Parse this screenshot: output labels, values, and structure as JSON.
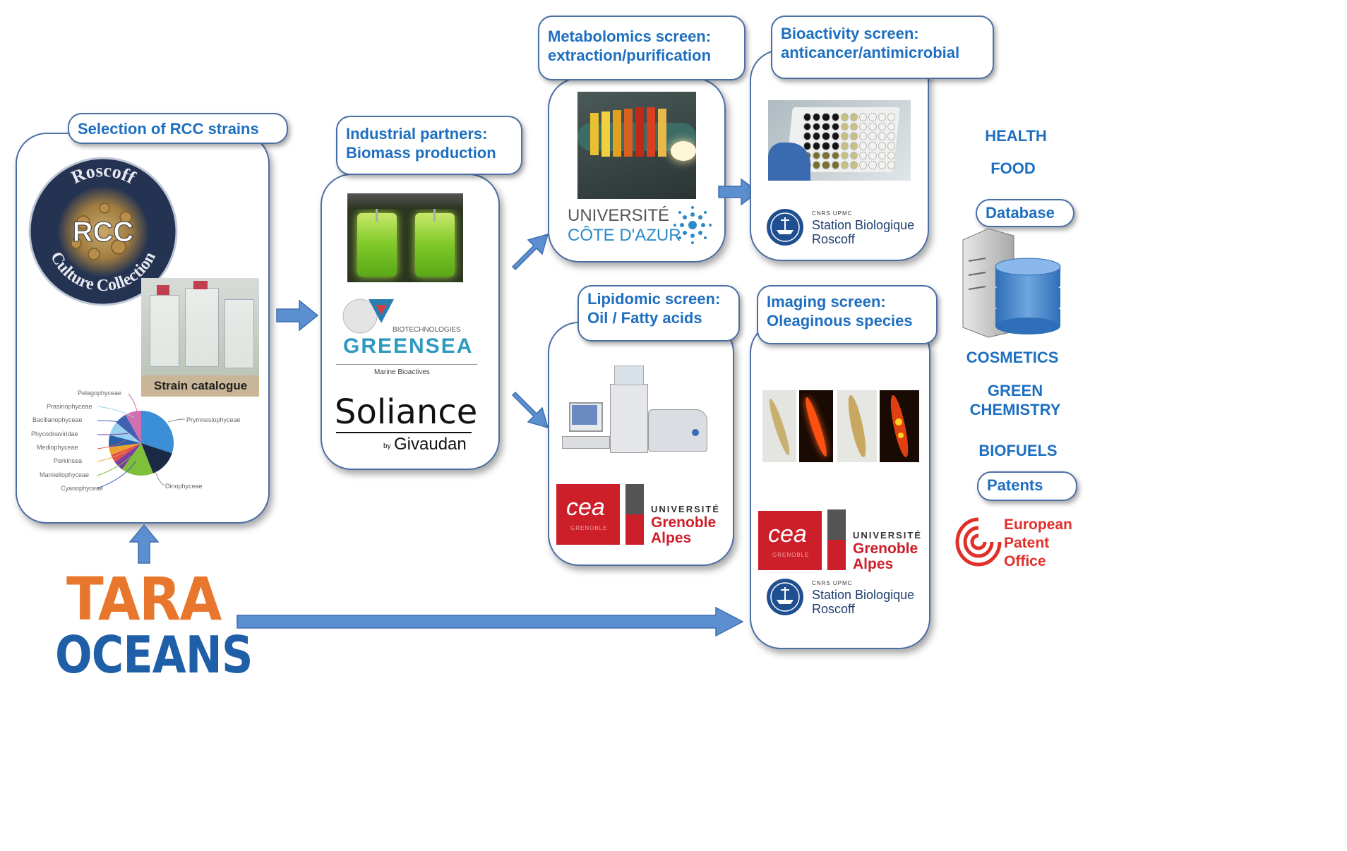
{
  "selection": {
    "title": "Selection of RCC strains"
  },
  "rcc_logo": {
    "top": "Roscoff",
    "center": "RCC",
    "bottom": "Culture Collection"
  },
  "strain_catalogue": "Strain catalogue",
  "pie_labels": {
    "left": [
      "Pelagophyceae",
      "Prasinophyceae",
      "Bacillariophyceae",
      "Phycodnaviridae",
      "Mediophyceae",
      "Perkinsea",
      "Mamiellophyceae",
      "Cyanophyceae"
    ],
    "right_top": "Prymnesiophyceae",
    "right_bottom": "Dinophyceae"
  },
  "pie_colors": [
    "#3b8fd6",
    "#1a2a44",
    "#7fbf3a",
    "#7a3fa0",
    "#e05050",
    "#f0a030",
    "#2a5fa8",
    "#9ad0f0",
    "#4060b0",
    "#d070b0"
  ],
  "industrial": {
    "line1": "Industrial partners:",
    "line2": "Biomass production"
  },
  "greensea": {
    "biotech": "BIOTECHNOLOGIES",
    "name": "GREENSEA",
    "tagline": "Marine Bioactives"
  },
  "soliance": {
    "name": "Soliance",
    "by": "by",
    "brand": "Givaudan"
  },
  "metabolomics": {
    "line1": "Metabolomics screen:",
    "line2": "extraction/purification"
  },
  "uca": {
    "line1": "UNIVERSITÉ",
    "line2": "CÔTE D'AZUR"
  },
  "bioactivity": {
    "line1": "Bioactivity screen:",
    "line2": "anticancer/antimicrobial"
  },
  "sbr": {
    "small": "CNRS UPMC",
    "line1": "Station Biologique",
    "line2": "Roscoff"
  },
  "lipidomic": {
    "line1": "Lipidomic screen:",
    "line2": "Oil / Fatty acids"
  },
  "imaging": {
    "line1": "Imaging screen:",
    "line2": "Oleaginous species"
  },
  "cea": {
    "name": "cea",
    "city": "GRENOBLE"
  },
  "uga": {
    "line1": "UNIVERSITÉ",
    "line2": "Grenoble",
    "line3": "Alpes"
  },
  "applications": {
    "health": "HEALTH",
    "food": "FOOD",
    "cosmetics": "COSMETICS",
    "green1": "GREEN",
    "green2": "CHEMISTRY",
    "biofuels": "BIOFUELS"
  },
  "database": {
    "title": "Database"
  },
  "patents": {
    "title": "Patents"
  },
  "epo": {
    "line1": "European",
    "line2": "Patent",
    "line3": "Office"
  },
  "tara": {
    "line1": "TARA",
    "line2": "OCEANS"
  },
  "colors": {
    "accent": "#1e6fbf",
    "arrow": "#5b8fd0",
    "tara_orange": "#e8762c",
    "tara_blue": "#1f5fa8",
    "cea_red": "#d0202a"
  }
}
